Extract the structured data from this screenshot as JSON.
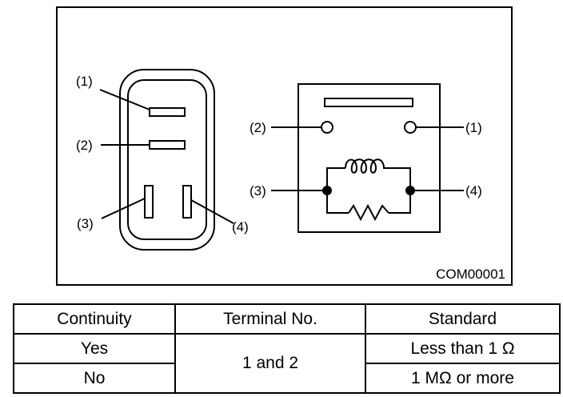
{
  "figure": {
    "code": "COM00001",
    "connector_labels": {
      "t1": "(1)",
      "t2": "(2)",
      "t3": "(3)",
      "t4": "(4)"
    },
    "relay_labels": {
      "t1": "(1)",
      "t2": "(2)",
      "t3": "(3)",
      "t4": "(4)"
    }
  },
  "table": {
    "headers": [
      "Continuity",
      "Terminal No.",
      "Standard"
    ],
    "rows": [
      {
        "continuity": "Yes",
        "terminal": "1 and 2",
        "standard": "Less than 1 Ω"
      },
      {
        "continuity": "No",
        "terminal": "1 and 2",
        "standard": "1 MΩ or more"
      }
    ]
  }
}
